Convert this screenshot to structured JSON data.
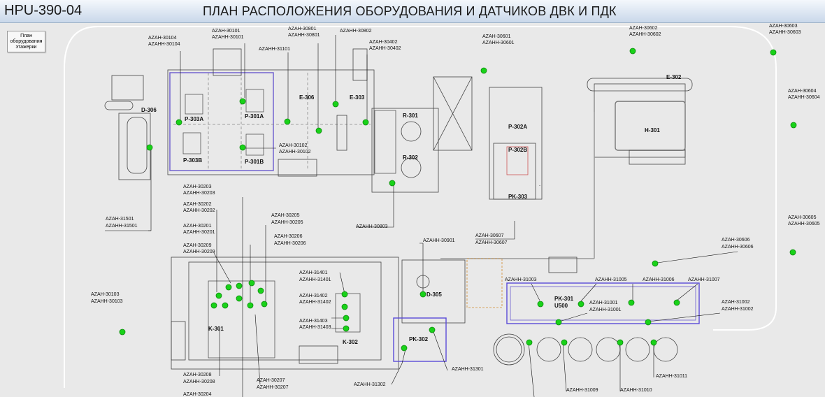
{
  "header": {
    "code": "HPU-390-04",
    "title": "ПЛАН РАСПОЛОЖЕНИЯ ОБОРУДОВАНИЯ И ДАТЧИКОВ ДВК И ПДК"
  },
  "plan_button": {
    "label": "План оборудования этажерки"
  },
  "colors": {
    "sensor": "#19d219",
    "header": "#c9d8ea",
    "background": "#e9e9e9"
  },
  "equipment": [
    {
      "id": "d306",
      "label": "D-306"
    },
    {
      "id": "p303a",
      "label": "P-303A"
    },
    {
      "id": "p303b",
      "label": "P-303B"
    },
    {
      "id": "p301a",
      "label": "P-301A"
    },
    {
      "id": "p301b",
      "label": "P-301B"
    },
    {
      "id": "e306",
      "label": "E-306"
    },
    {
      "id": "e303",
      "label": "E-303"
    },
    {
      "id": "r301",
      "label": "R-301"
    },
    {
      "id": "r302",
      "label": "R-302"
    },
    {
      "id": "p302a",
      "label": "P-302A"
    },
    {
      "id": "p302b",
      "label": "P-302B"
    },
    {
      "id": "pk303",
      "label": "PK-303"
    },
    {
      "id": "e302",
      "label": "E-302"
    },
    {
      "id": "h301",
      "label": "H-301"
    },
    {
      "id": "k301",
      "label": "K-301"
    },
    {
      "id": "k302",
      "label": "K-302"
    },
    {
      "id": "d305",
      "label": "D-305"
    },
    {
      "id": "pk302",
      "label": "PK-302"
    },
    {
      "id": "pk301",
      "label": "PK-301"
    },
    {
      "id": "u500",
      "label": "U500"
    }
  ],
  "sensor_tags": [
    {
      "id": "30104",
      "line1": "AZAH-30104",
      "line2": "AZAHH-30104"
    },
    {
      "id": "30101",
      "line1": "AZAH-30101",
      "line2": "AZAHH-30101"
    },
    {
      "id": "30801",
      "line1": "AZAH-30801",
      "line2": "AZAHH-30801"
    },
    {
      "id": "30802",
      "line1": "AZAHH-30802",
      "line2": ""
    },
    {
      "id": "31101",
      "line1": "AZAHH-31101",
      "line2": ""
    },
    {
      "id": "30402",
      "line1": "AZAH-30402",
      "line2": "AZAHH-30402"
    },
    {
      "id": "30601",
      "line1": "AZAH-30601",
      "line2": "AZAHH-30601"
    },
    {
      "id": "30602",
      "line1": "AZAH-30602",
      "line2": "AZAHH-30602"
    },
    {
      "id": "30603",
      "line1": "AZAH-30603",
      "line2": "AZAHH-30603"
    },
    {
      "id": "30604",
      "line1": "AZAH-30604",
      "line2": "AZAHH-30604"
    },
    {
      "id": "30102",
      "line1": "AZAH-30102",
      "line2": "AZAHH-30102"
    },
    {
      "id": "30203",
      "line1": "AZAH-30203",
      "line2": "AZAHH-30203"
    },
    {
      "id": "30202",
      "line1": "AZAH-30202",
      "line2": "AZAHH-30202"
    },
    {
      "id": "31501",
      "line1": "AZAH-31501",
      "line2": "AZAHH-31501"
    },
    {
      "id": "30205",
      "line1": "AZAH-30205",
      "line2": "AZAHH-30205"
    },
    {
      "id": "30201",
      "line1": "AZAH-30201",
      "line2": "AZAHH-30201"
    },
    {
      "id": "30206",
      "line1": "AZAH-30206",
      "line2": "AZAHH-30206"
    },
    {
      "id": "30209",
      "line1": "AZAH-30209",
      "line2": "AZAHH-30209"
    },
    {
      "id": "30803",
      "line1": "AZAHH-30803",
      "line2": ""
    },
    {
      "id": "30607",
      "line1": "AZAH-30607",
      "line2": "AZAHH-30607"
    },
    {
      "id": "30901",
      "line1": "AZAHH-30901",
      "line2": ""
    },
    {
      "id": "30606",
      "line1": "AZAH-30606",
      "line2": "AZAHH-30606"
    },
    {
      "id": "30605",
      "line1": "AZAH-30605",
      "line2": "AZAHH-30605"
    },
    {
      "id": "31401",
      "line1": "AZAH-31401",
      "line2": "AZAHH-31401"
    },
    {
      "id": "31402",
      "line1": "AZAH-31402",
      "line2": "AZAHH-31402"
    },
    {
      "id": "31403",
      "line1": "AZAH-31403",
      "line2": "AZAHH-31403"
    },
    {
      "id": "30103",
      "line1": "AZAH-30103",
      "line2": "AZAHH-30103"
    },
    {
      "id": "31003",
      "line1": "AZAHH-31003",
      "line2": ""
    },
    {
      "id": "31005",
      "line1": "AZAHH-31005",
      "line2": ""
    },
    {
      "id": "31006",
      "line1": "AZAHH-31006",
      "line2": ""
    },
    {
      "id": "31007",
      "line1": "AZAHH-31007",
      "line2": ""
    },
    {
      "id": "31001",
      "line1": "AZAH-31001",
      "line2": "AZAHH-31001"
    },
    {
      "id": "31002",
      "line1": "AZAH-31002",
      "line2": "AZAHH-31002"
    },
    {
      "id": "30208",
      "line1": "AZAH-30208",
      "line2": "AZAHH-30208"
    },
    {
      "id": "30207",
      "line1": "AZAH-30207",
      "line2": "AZAHH-30207"
    },
    {
      "id": "30204",
      "line1": "AZAH-30204",
      "line2": ""
    },
    {
      "id": "31302",
      "line1": "AZAHH-31302",
      "line2": ""
    },
    {
      "id": "31301",
      "line1": "AZAHH-31301",
      "line2": ""
    },
    {
      "id": "31009",
      "line1": "AZAHH-31009",
      "line2": ""
    },
    {
      "id": "31010",
      "line1": "AZAHH-31010",
      "line2": ""
    },
    {
      "id": "31011",
      "line1": "AZAHH-31011",
      "line2": ""
    }
  ]
}
